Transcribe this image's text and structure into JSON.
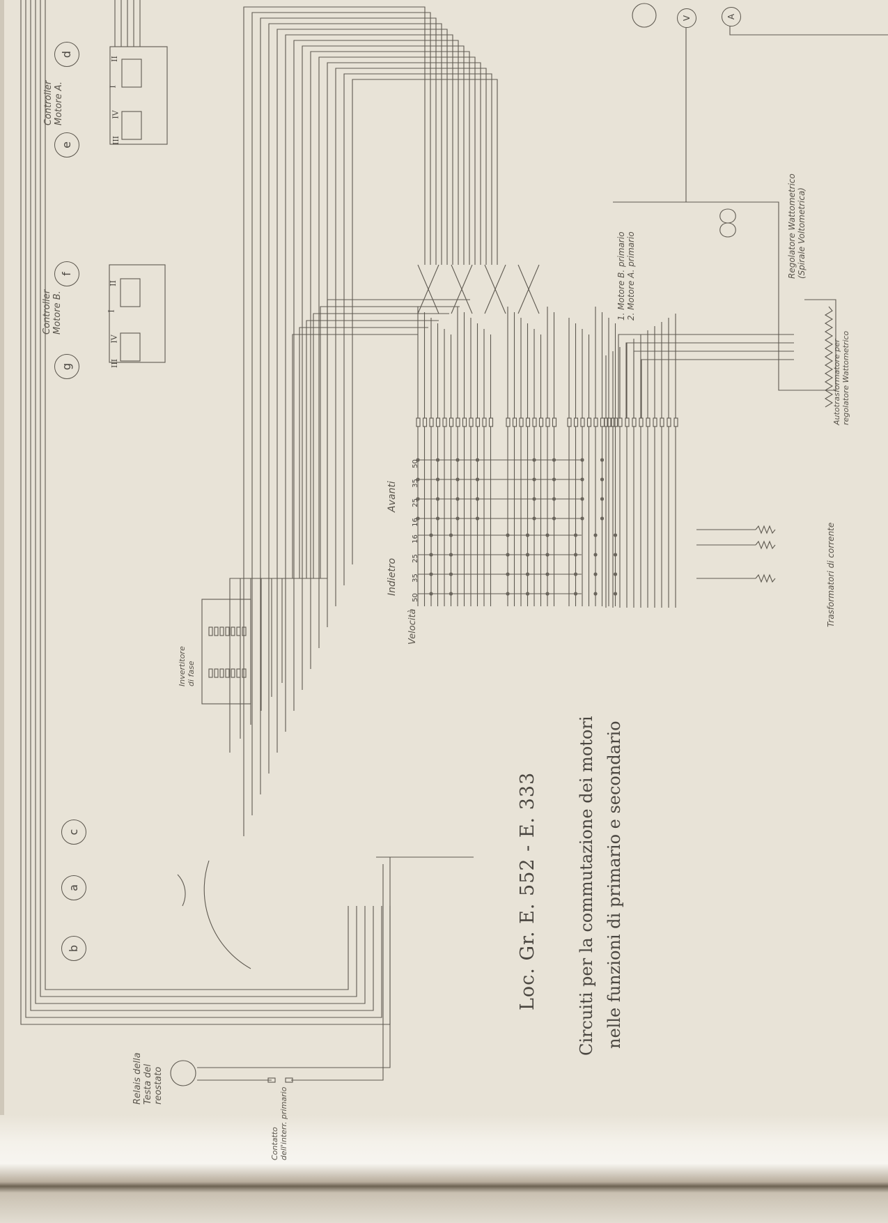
{
  "title": "Loc. Gr. E. 552 - E. 333",
  "subtitle_line1": "Circuiti per la commutazione dei motori",
  "subtitle_line2": "nelle funzioni di primario e secondario",
  "controller_a": {
    "line1": "Controller",
    "line2": "Motore A."
  },
  "controller_b": {
    "line1": "Controller",
    "line2": "Motore B."
  },
  "circles": {
    "d": "d",
    "e": "e",
    "f": "f",
    "g": "g",
    "a": "a",
    "b": "b",
    "c": "c"
  },
  "positions": [
    "III",
    "IV",
    "I",
    "II"
  ],
  "invertitore": {
    "line1": "Invertitore",
    "line2": "di fase"
  },
  "direction": {
    "back": "Indietro",
    "forward": "Avanti",
    "speed": "Velocità"
  },
  "speeds_back": [
    "50",
    "35",
    "25",
    "16"
  ],
  "speeds_forward": [
    "16",
    "25",
    "35",
    "50"
  ],
  "legend": {
    "line1": "1. Motore B. primario",
    "line2": "2. Motore A. primario"
  },
  "regolatore": {
    "line1": "Regolatore Wattometrico",
    "line2": "(Spirale Voltometrica)"
  },
  "autotrasformatore": {
    "line1": "Autotrasformatore per",
    "line2": "regolatore Wattometrico"
  },
  "trasformatori": "Trasformatori di corrente",
  "relais": {
    "line1": "Relais della",
    "line2": "Testa del",
    "line3": "reostato"
  },
  "contatto": {
    "line1": "Contatto",
    "line2": "dell'interr. primario"
  },
  "meters": {
    "v": "V",
    "a": "A"
  }
}
